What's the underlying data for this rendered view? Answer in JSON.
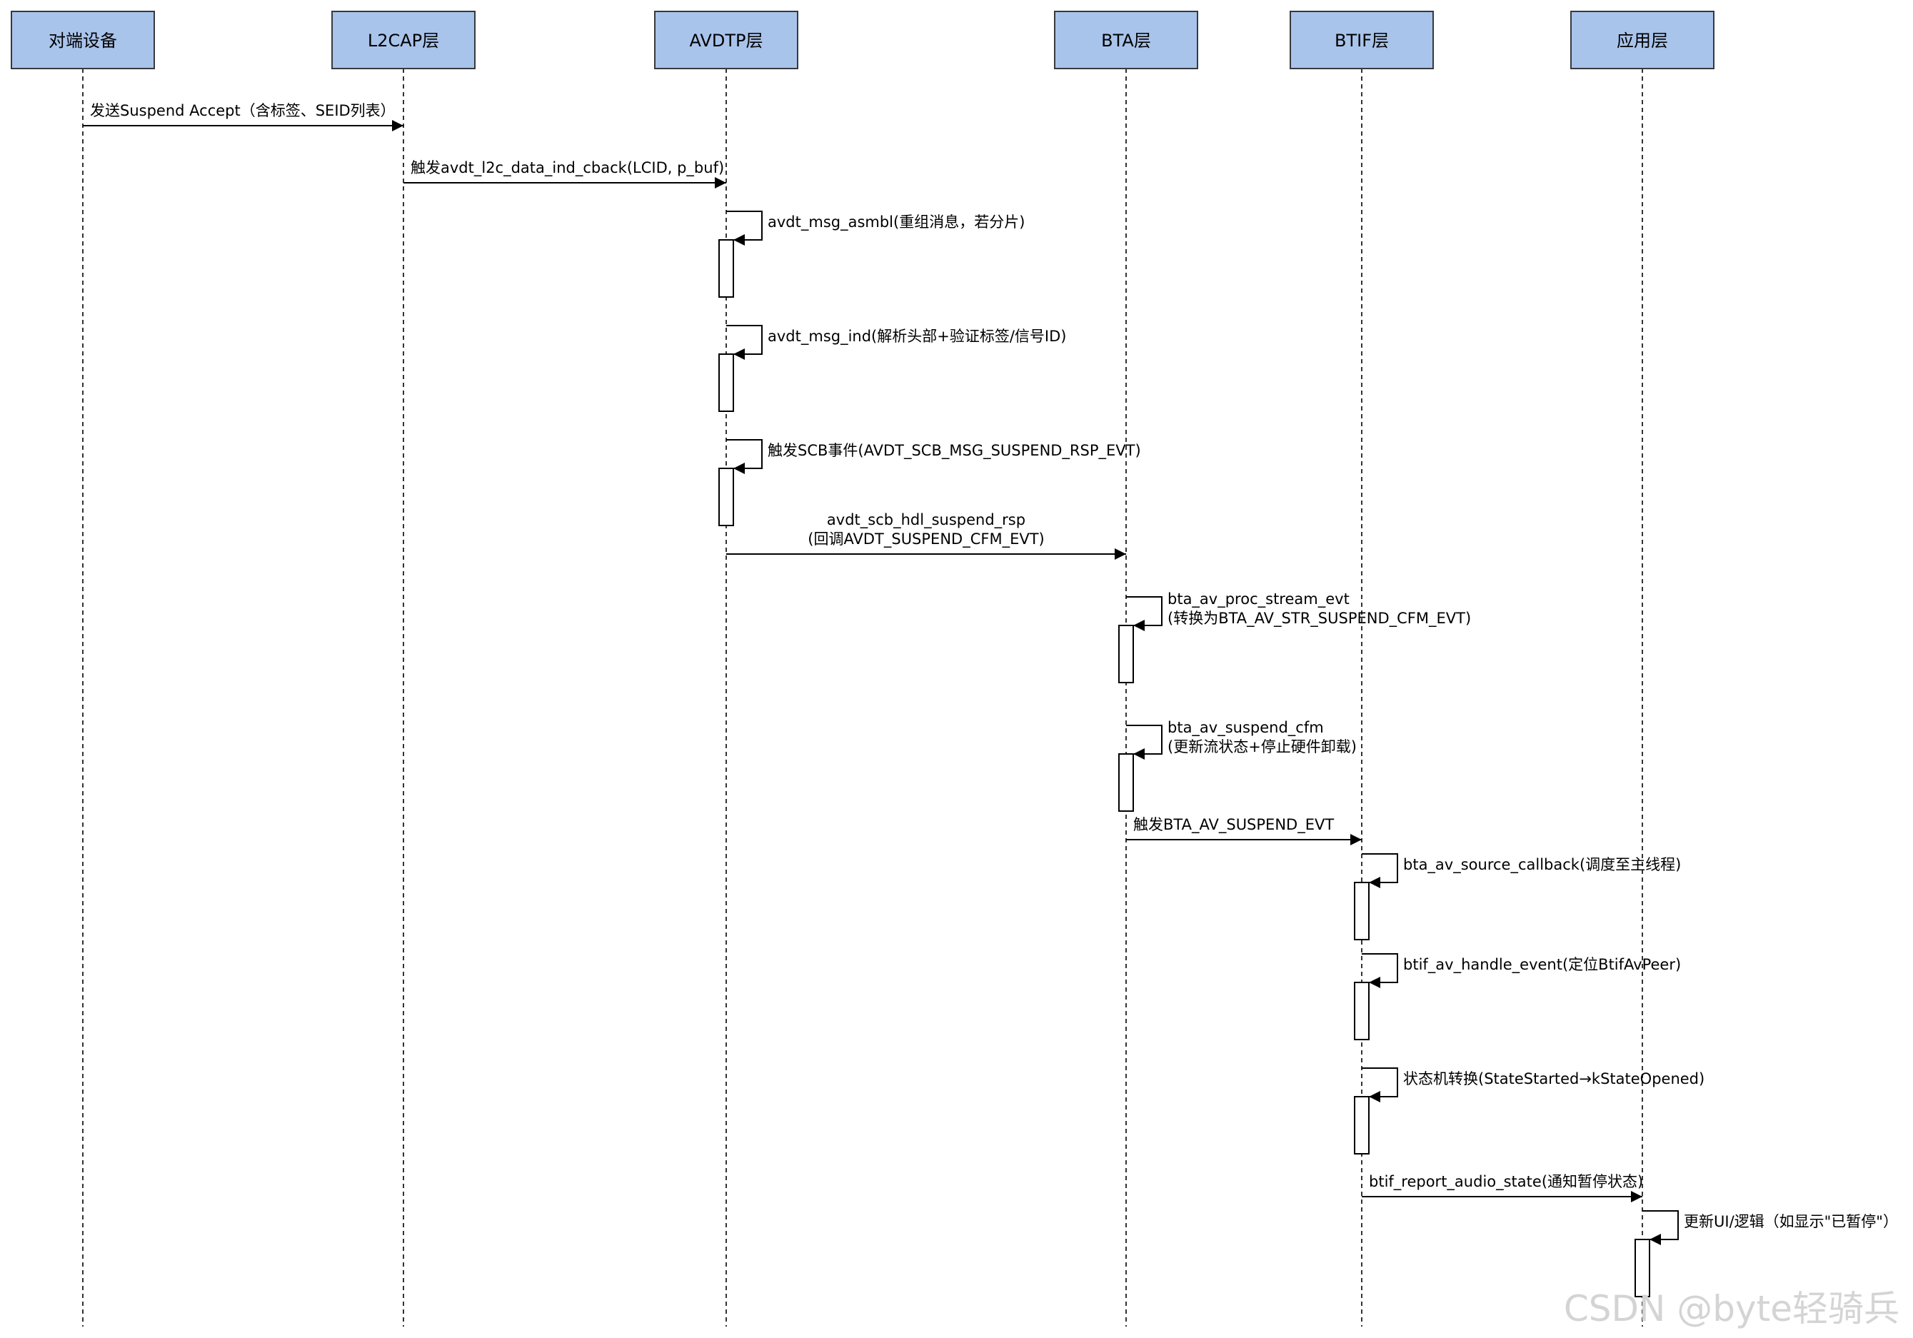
{
  "lanes": [
    {
      "id": "peer",
      "label": "对端设备"
    },
    {
      "id": "l2cap",
      "label": "L2CAP层"
    },
    {
      "id": "avdtp",
      "label": "AVDTP层"
    },
    {
      "id": "bta",
      "label": "BTA层"
    },
    {
      "id": "btif",
      "label": "BTIF层"
    },
    {
      "id": "app",
      "label": "应用层"
    }
  ],
  "messages": [
    {
      "from": "peer",
      "to": "l2cap",
      "kind": "call",
      "lines": [
        "发送Suspend Accept（含标签、SEID列表）"
      ]
    },
    {
      "from": "l2cap",
      "to": "avdtp",
      "kind": "call",
      "lines": [
        "触发avdt_l2c_data_ind_cback(LCID, p_buf)"
      ]
    },
    {
      "from": "avdtp",
      "to": "avdtp",
      "kind": "self",
      "lines": [
        "avdt_msg_asmbl(重组消息，若分片)"
      ]
    },
    {
      "from": "avdtp",
      "to": "avdtp",
      "kind": "self",
      "lines": [
        "avdt_msg_ind(解析头部+验证标签/信号ID)"
      ]
    },
    {
      "from": "avdtp",
      "to": "avdtp",
      "kind": "self",
      "lines": [
        "触发SCB事件(AVDT_SCB_MSG_SUSPEND_RSP_EVT)"
      ]
    },
    {
      "from": "avdtp",
      "to": "bta",
      "kind": "call",
      "lines": [
        "avdt_scb_hdl_suspend_rsp",
        "(回调AVDT_SUSPEND_CFM_EVT)"
      ]
    },
    {
      "from": "bta",
      "to": "bta",
      "kind": "self",
      "lines": [
        "bta_av_proc_stream_evt",
        "(转换为BTA_AV_STR_SUSPEND_CFM_EVT)"
      ]
    },
    {
      "from": "bta",
      "to": "bta",
      "kind": "self",
      "lines": [
        "bta_av_suspend_cfm",
        "(更新流状态+停止硬件卸载)"
      ]
    },
    {
      "from": "bta",
      "to": "btif",
      "kind": "call",
      "lines": [
        "触发BTA_AV_SUSPEND_EVT"
      ]
    },
    {
      "from": "btif",
      "to": "btif",
      "kind": "self",
      "lines": [
        "bta_av_source_callback(调度至主线程)"
      ]
    },
    {
      "from": "btif",
      "to": "btif",
      "kind": "self",
      "lines": [
        "btif_av_handle_event(定位BtifAvPeer)"
      ]
    },
    {
      "from": "btif",
      "to": "btif",
      "kind": "self",
      "lines": [
        "状态机转换(StateStarted→kStateOpened)"
      ]
    },
    {
      "from": "btif",
      "to": "app",
      "kind": "call",
      "lines": [
        "btif_report_audio_state(通知暂停状态)"
      ]
    },
    {
      "from": "app",
      "to": "app",
      "kind": "self",
      "lines": [
        "更新UI/逻辑（如显示\"已暂停\"）"
      ]
    }
  ],
  "watermark": "CSDN @byte轻骑兵"
}
